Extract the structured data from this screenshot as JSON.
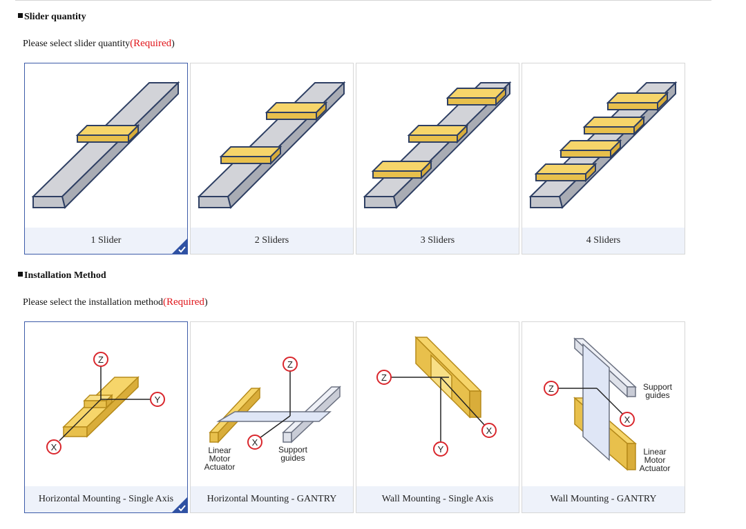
{
  "slider_section": {
    "title": "Slider quantity",
    "prompt": "Please select slider quantity",
    "required": "(Required)",
    "suffix": ")",
    "options": [
      {
        "label": "1 Slider",
        "selected": true
      },
      {
        "label": "2 Sliders",
        "selected": false
      },
      {
        "label": "3 Sliders",
        "selected": false
      },
      {
        "label": "4 Sliders",
        "selected": false
      }
    ]
  },
  "install_section": {
    "title": "Installation Method",
    "prompt": "Please select the installation method",
    "required": "(Required)",
    "suffix": ")",
    "options": [
      {
        "label": "Horizontal Mounting - Single Axis",
        "selected": true
      },
      {
        "label": "Horizontal Mounting - GANTRY",
        "selected": false
      },
      {
        "label": "Wall Mounting - Single Axis",
        "selected": false
      },
      {
        "label": "Wall Mounting - GANTRY",
        "selected": false
      }
    ]
  },
  "diagram_labels": {
    "z": "Z",
    "x": "X",
    "y": "Y",
    "linear_motor_actuator": [
      "Linear",
      "Motor",
      "Actuator"
    ],
    "support_guides": [
      "Support",
      "guides"
    ]
  },
  "colors": {
    "selected_border": "#3b5aa8",
    "caption_bg": "#eef2fa",
    "required": "#e0151a",
    "slider_yellow": "#f6d56a",
    "rail_gray": "#cfd0d5",
    "outline_navy": "#2e3f63",
    "axis_red": "#d9262c",
    "guide_blue": "#dfe6f6"
  }
}
